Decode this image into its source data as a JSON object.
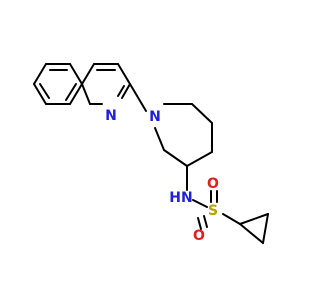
{
  "colors": {
    "carbon_bond": "#000000",
    "nitrogen": "#2020d8",
    "oxygen": "#e02020",
    "sulfur": "#b8a000",
    "background": "#ffffff"
  },
  "atoms": {
    "n_quinoline": {
      "label": "N",
      "element": "nitrogen"
    },
    "n_piperidine": {
      "label": "N",
      "element": "nitrogen"
    },
    "nh": {
      "label": "HN",
      "element": "nitrogen"
    },
    "s": {
      "label": "S",
      "element": "sulfur"
    },
    "o_top": {
      "label": "O",
      "element": "oxygen"
    },
    "o_bottom": {
      "label": "O",
      "element": "oxygen"
    }
  }
}
